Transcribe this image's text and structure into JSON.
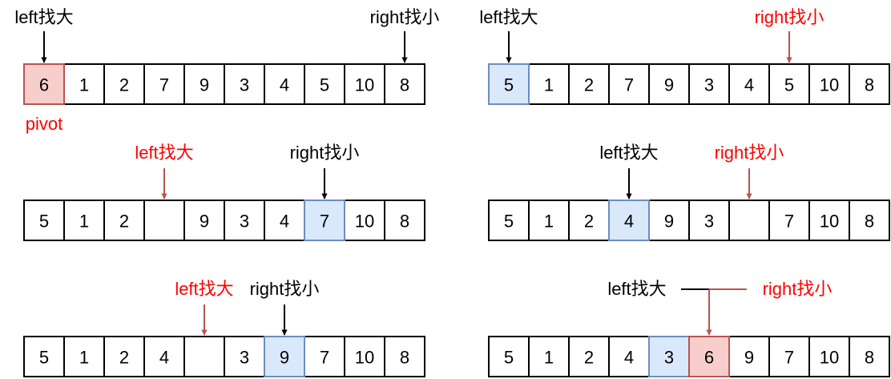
{
  "colors": {
    "pivot_fill": "#f8cecc",
    "pivot_stroke": "#b85450",
    "blue_fill": "#dae8fc",
    "blue_stroke": "#6c8ebf",
    "red_text": "#ff0000",
    "red_arrow": "#b85450",
    "black": "#000000"
  },
  "labels": {
    "left_find_big": "left找大",
    "right_find_small": "right找小",
    "pivot": "pivot"
  },
  "panels": [
    {
      "id": "step-1",
      "cells": [
        "6",
        "1",
        "2",
        "7",
        "9",
        "3",
        "4",
        "5",
        "10",
        "8"
      ],
      "highlights": [
        {
          "index": 0,
          "style": "pivot"
        }
      ],
      "pointers": [
        {
          "role": "left",
          "label": "left找大",
          "index": 0,
          "color": "black"
        },
        {
          "role": "right",
          "label": "right找小",
          "index": 9,
          "color": "black"
        }
      ],
      "caption": "pivot"
    },
    {
      "id": "step-2",
      "cells": [
        "5",
        "1",
        "2",
        "7",
        "9",
        "3",
        "4",
        "5",
        "10",
        "8"
      ],
      "highlights": [
        {
          "index": 0,
          "style": "blue"
        }
      ],
      "pointers": [
        {
          "role": "left",
          "label": "left找大",
          "index": 0,
          "color": "black"
        },
        {
          "role": "right",
          "label": "right找小",
          "index": 7,
          "color": "red"
        }
      ]
    },
    {
      "id": "step-3",
      "cells": [
        "5",
        "1",
        "2",
        "",
        "9",
        "3",
        "4",
        "7",
        "10",
        "8"
      ],
      "highlights": [
        {
          "index": 7,
          "style": "blue"
        }
      ],
      "pointers": [
        {
          "role": "left",
          "label": "left找大",
          "index": 3,
          "color": "red"
        },
        {
          "role": "right",
          "label": "right找小",
          "index": 7,
          "color": "black"
        }
      ]
    },
    {
      "id": "step-4",
      "cells": [
        "5",
        "1",
        "2",
        "4",
        "9",
        "3",
        "",
        "7",
        "10",
        "8"
      ],
      "highlights": [
        {
          "index": 3,
          "style": "blue"
        }
      ],
      "pointers": [
        {
          "role": "left",
          "label": "left找大",
          "index": 3,
          "color": "black"
        },
        {
          "role": "right",
          "label": "right找小",
          "index": 6,
          "color": "red"
        }
      ]
    },
    {
      "id": "step-5",
      "cells": [
        "5",
        "1",
        "2",
        "4",
        "",
        "3",
        "9",
        "7",
        "10",
        "8"
      ],
      "highlights": [
        {
          "index": 6,
          "style": "blue"
        }
      ],
      "pointers": [
        {
          "role": "left",
          "label": "left找大",
          "index": 4,
          "color": "red"
        },
        {
          "role": "right",
          "label": "right找小",
          "index": 6,
          "color": "black"
        }
      ]
    },
    {
      "id": "step-6",
      "cells": [
        "5",
        "1",
        "2",
        "4",
        "3",
        "6",
        "9",
        "7",
        "10",
        "8"
      ],
      "highlights": [
        {
          "index": 4,
          "style": "blue"
        },
        {
          "index": 5,
          "style": "pivot"
        }
      ],
      "pointers": [
        {
          "role": "left",
          "label": "left找大",
          "index": 5,
          "color": "black"
        },
        {
          "role": "right",
          "label": "right找小",
          "index": 5,
          "color": "red"
        }
      ],
      "meeting": true
    }
  ]
}
